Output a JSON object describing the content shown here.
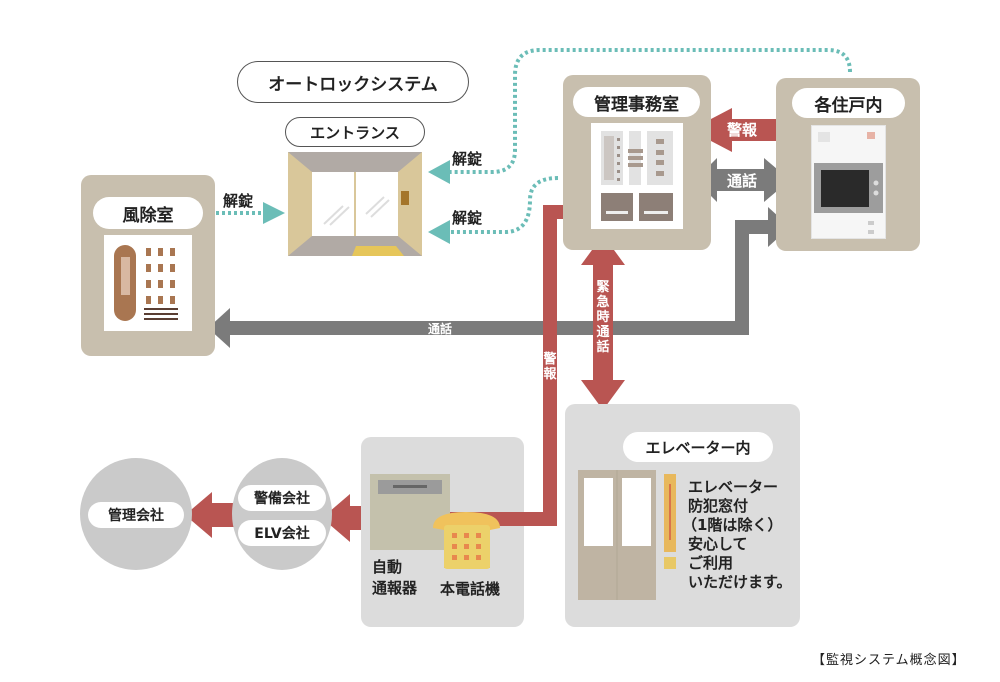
{
  "title": "オートロックシステム",
  "caption": "【監視システム概念図】",
  "nodes": {
    "entrance": {
      "label": "エントランス"
    },
    "windbreak_room": {
      "label": "風除室"
    },
    "management_office": {
      "label": "管理事務室"
    },
    "each_unit": {
      "label": "各住戸内"
    },
    "elevator": {
      "label": "エレベーター内",
      "description": [
        "エレベーター",
        "防犯窓付",
        "（1階は除く）",
        "安心して",
        "ご利用",
        "いただけます。"
      ]
    },
    "auto_reporter": {
      "label_lines": [
        "自動",
        "通報器"
      ]
    },
    "main_phone": {
      "label": "本電話機"
    },
    "security_company": {
      "label": "警備会社"
    },
    "elv_company": {
      "label": "ELV会社"
    },
    "management_company": {
      "label": "管理会社"
    }
  },
  "connections": {
    "unlock_label": "解錠",
    "alarm_label": "警報",
    "call_label": "通話",
    "emergency_call_label": [
      "緊",
      "急",
      "時",
      "通",
      "話"
    ],
    "alarm_vertical_label": [
      "警",
      "報"
    ]
  },
  "colors": {
    "tan_panel": "#c8bfae",
    "gray_panel": "#dcdcdc",
    "alarm_red": "#b95552",
    "call_gray": "#7b7b7b",
    "unlock_teal": "#6bbdb7",
    "circle_gray": "#cacaca"
  }
}
